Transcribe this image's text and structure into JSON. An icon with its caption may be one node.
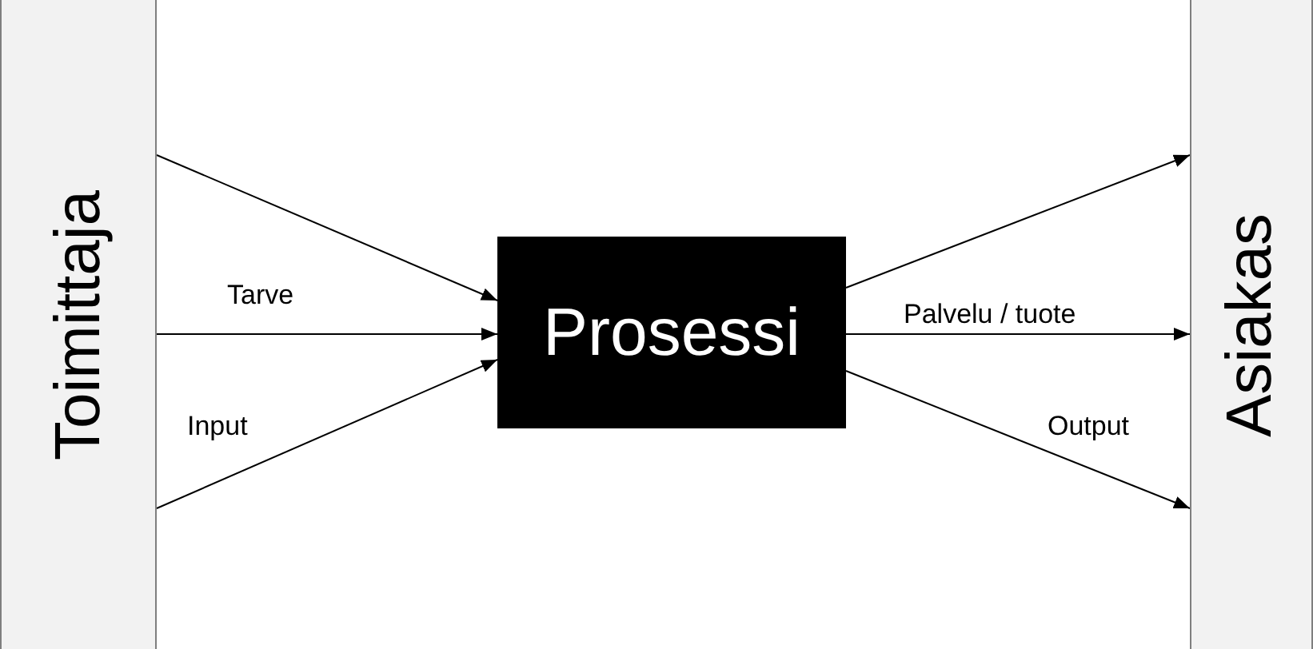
{
  "diagram": {
    "nodes": [
      {
        "text": [
          "Toimittaja"
        ]
      },
      {
        "text": [
          "Prosessi"
        ]
      },
      {
        "text": [
          "Asiakas"
        ]
      }
    ],
    "edges": [
      {
        "from": 0,
        "to": 1,
        "arrow": "to"
      },
      {
        "from": 0,
        "to": 1,
        "arrow": "to",
        "label": "Tarve"
      },
      {
        "from": 0,
        "to": 1,
        "arrow": "to",
        "label": "Input"
      },
      {
        "from": 1,
        "to": 2,
        "arrow": "to"
      },
      {
        "from": 1,
        "to": 2,
        "arrow": "to",
        "label": "Palvelu / tuote"
      },
      {
        "from": 1,
        "to": 2,
        "arrow": "to",
        "label": "Output"
      }
    ]
  }
}
